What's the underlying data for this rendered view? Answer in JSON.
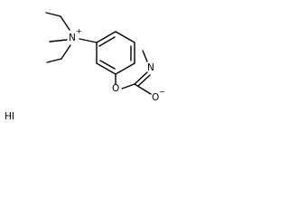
{
  "structure": {
    "atom_labels": {
      "ammonium_nitrogen": "N",
      "ammonium_charge": "+",
      "ester_oxygen": "O",
      "imine_nitrogen": "N",
      "carbonyl_oxygen": "O",
      "carbonyl_charge": "−"
    },
    "counterion": "HI"
  }
}
